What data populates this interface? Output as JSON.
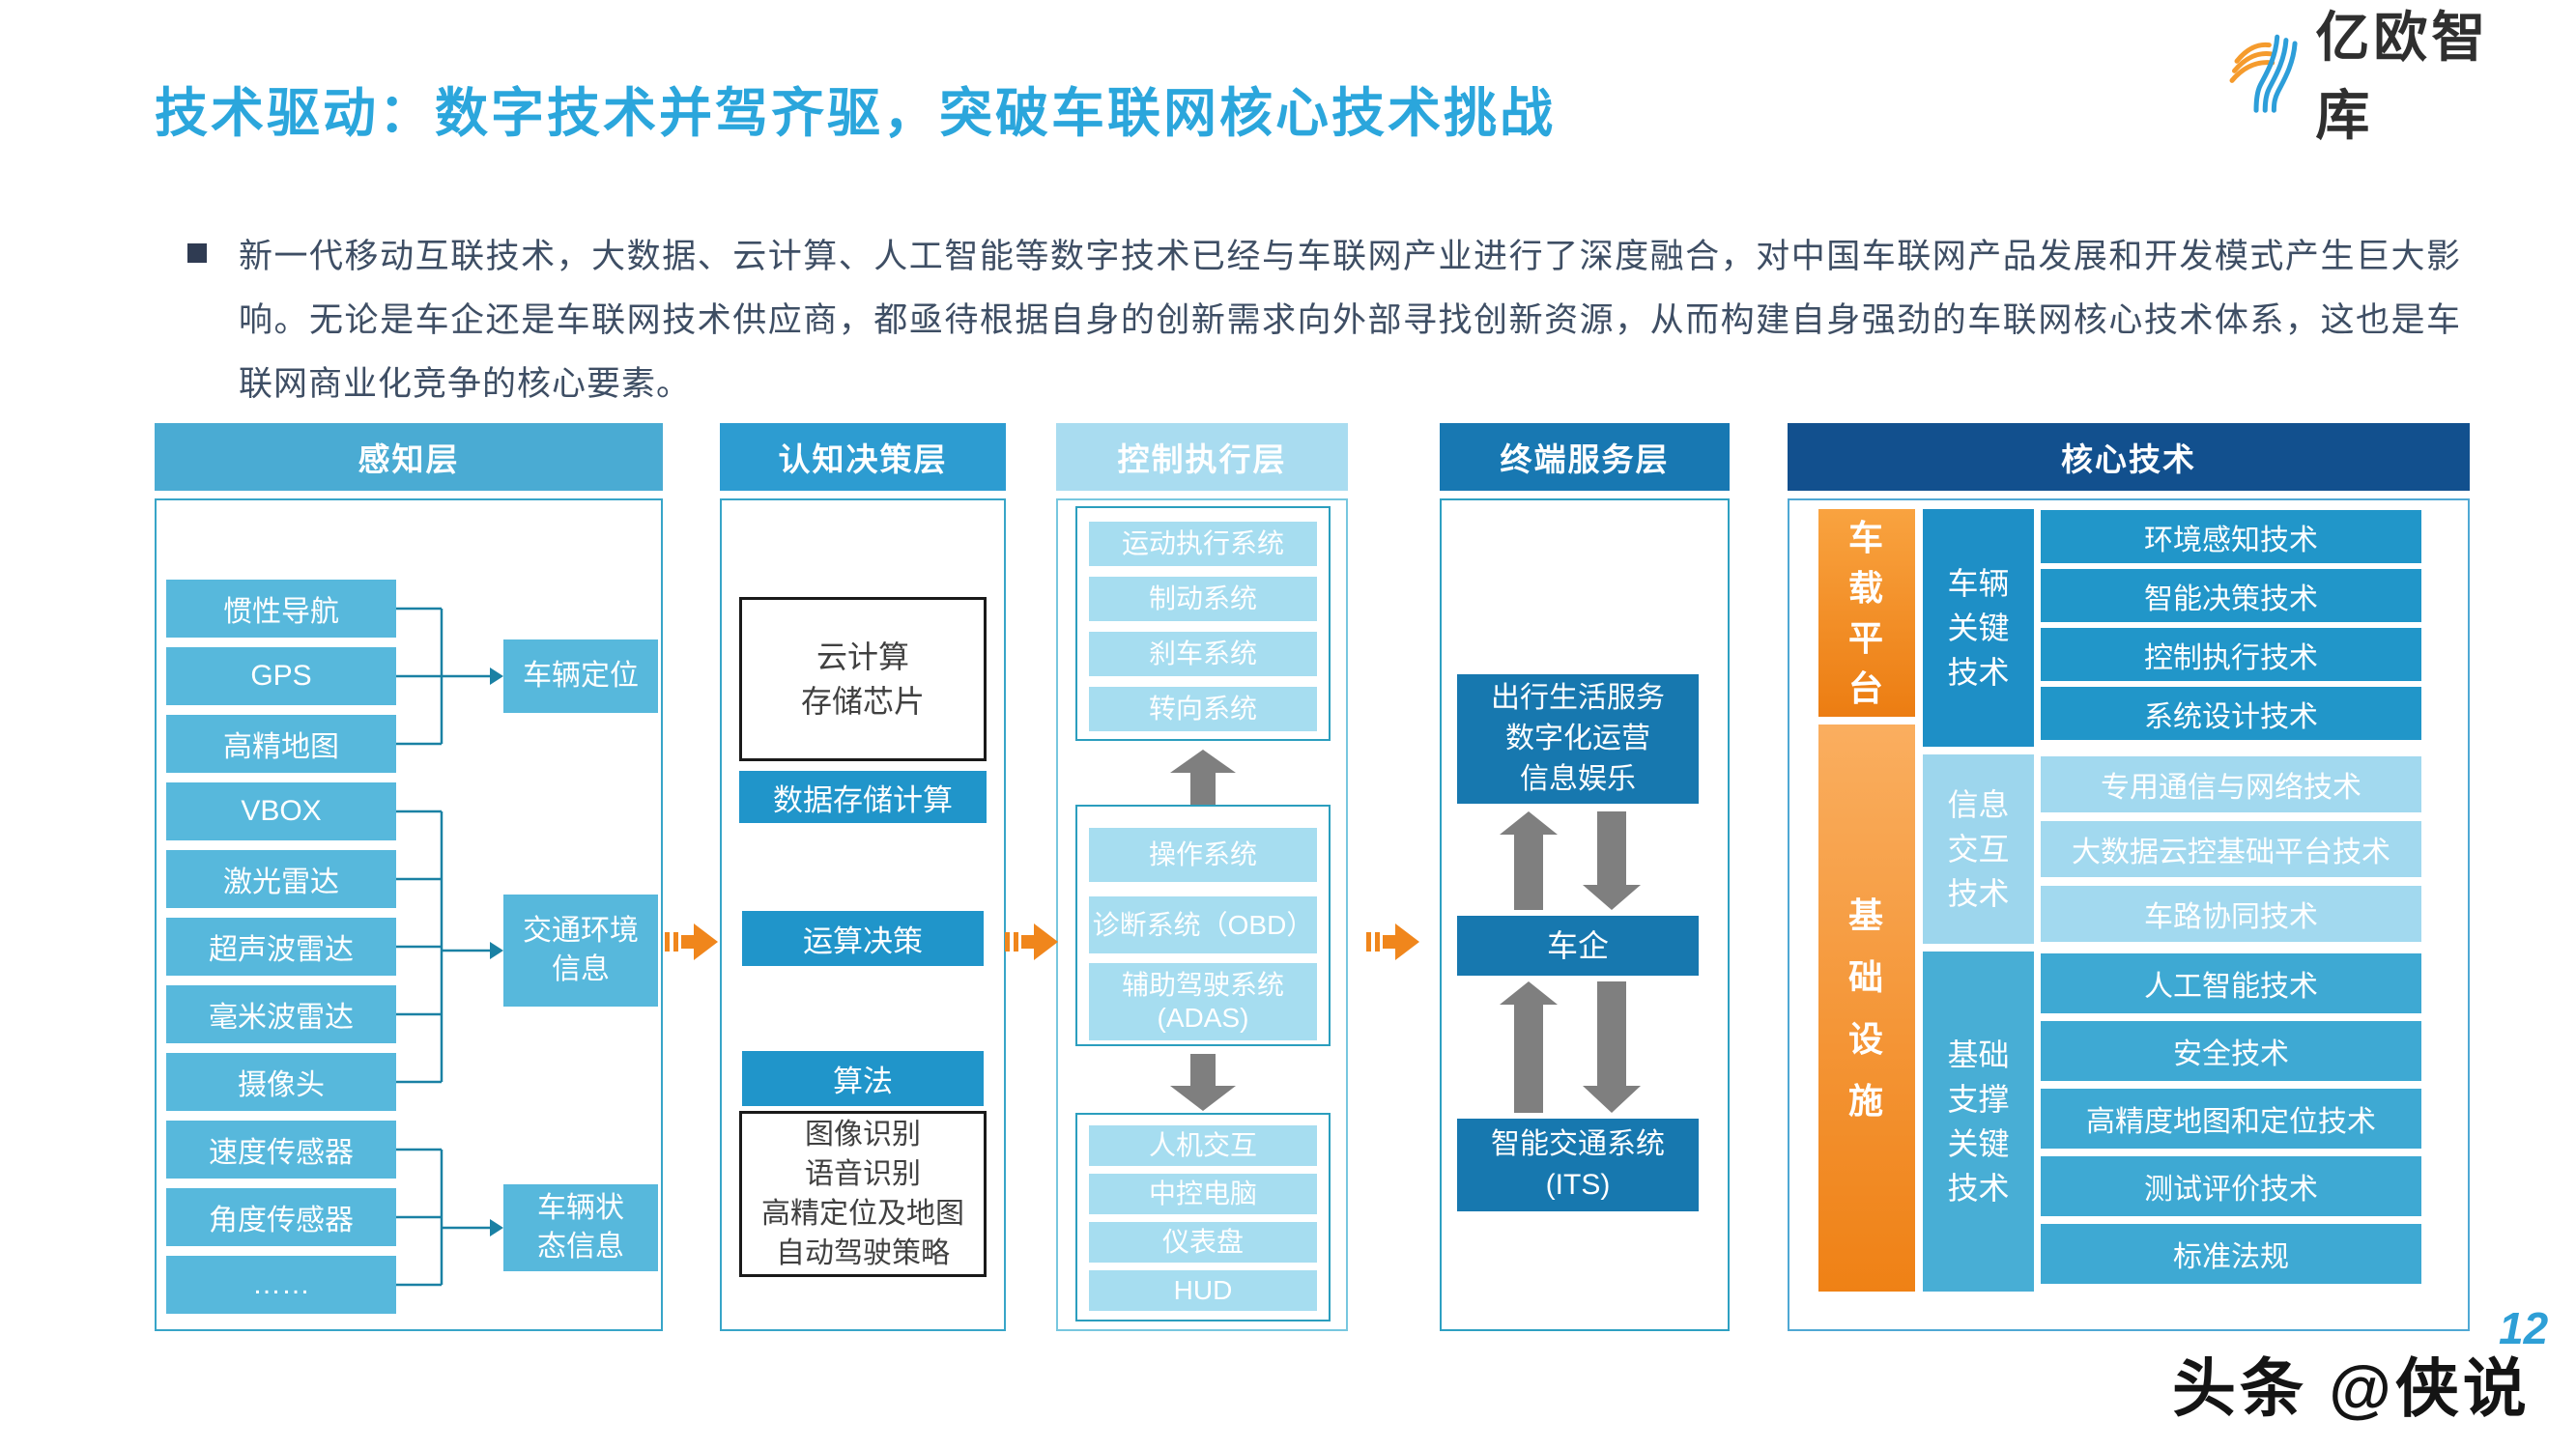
{
  "page": {
    "title": "技术驱动：数字技术并驾齐驱，突破车联网核心技术挑战",
    "intro": "新一代移动互联技术，大数据、云计算、人工智能等数字技术已经与车联网产业进行了深度融合，对中国车联网产品发展和开发模式产生巨大影响。无论是车企还是车联网技术供应商，都亟待根据自身的创新需求向外部寻找创新资源，从而构建自身强劲的车联网核心技术体系，这也是车联网商业化竞争的核心要素。",
    "logo_text": "亿欧智库",
    "watermark": "头条 @侠说",
    "page_number": "12"
  },
  "colors": {
    "title_blue": "#2BA6DC",
    "navy_header": "#12508E",
    "perception_header": "#4AABD3",
    "cognition_header": "#2D9CD1",
    "control_header": "#A9DCF0",
    "service_header": "#1878B2",
    "item_blue": "#57B8DC",
    "deep_blue": "#2095CA",
    "light_row_blue": "#A6DDF0",
    "dark_box_blue": "#1778AF",
    "orange_arrow": "#F0861C",
    "orange_bar": "#EF8115",
    "gray_arrow": "#7F7F7F"
  },
  "perception": {
    "header": "感知层",
    "items": [
      "惯性导航",
      "GPS",
      "高精地图",
      "VBOX",
      "激光雷达",
      "超声波雷达",
      "毫米波雷达",
      "摄像头",
      "速度传感器",
      "角度传感器",
      "……"
    ],
    "outputs": [
      "车辆定位",
      "交通环境\n信息",
      "车辆状\n态信息"
    ]
  },
  "cognition": {
    "header": "认知决策层",
    "chip_box": "云计算\n存储芯片",
    "items": [
      "数据存储计算",
      "运算决策",
      "算法"
    ],
    "algo_box": "图像识别\n语音识别\n高精定位及地图\n自动驾驶策略"
  },
  "control": {
    "header": "控制执行层",
    "group1": [
      "运动执行系统",
      "制动系统",
      "刹车系统",
      "转向系统"
    ],
    "group2": [
      "操作系统",
      "诊断系统（OBD）",
      "辅助驾驶系统\n(ADAS)"
    ],
    "group3": [
      "人机交互",
      "中控电脑",
      "仪表盘",
      "HUD"
    ]
  },
  "service": {
    "header": "终端服务层",
    "boxes": [
      "出行生活服务\n数字化运营\n信息娱乐",
      "车企",
      "智能交通系统\n(ITS)"
    ]
  },
  "core": {
    "header": "核心技术",
    "platforms": [
      "车\n载\n平\n台",
      "基\n础\n设\n施"
    ],
    "groups": [
      {
        "label": "车辆\n关键\n技术",
        "rows": [
          "环境感知技术",
          "智能决策技术",
          "控制执行技术",
          "系统设计技术"
        ]
      },
      {
        "label": "信息\n交互\n技术",
        "rows": [
          "专用通信与网络技术",
          "大数据云控基础平台技术",
          "车路协同技术"
        ]
      },
      {
        "label": "基础\n支撑\n关键\n技术",
        "rows": [
          "人工智能技术",
          "安全技术",
          "高精度地图和定位技术",
          "测试评价技术",
          "标准法规"
        ]
      }
    ]
  }
}
